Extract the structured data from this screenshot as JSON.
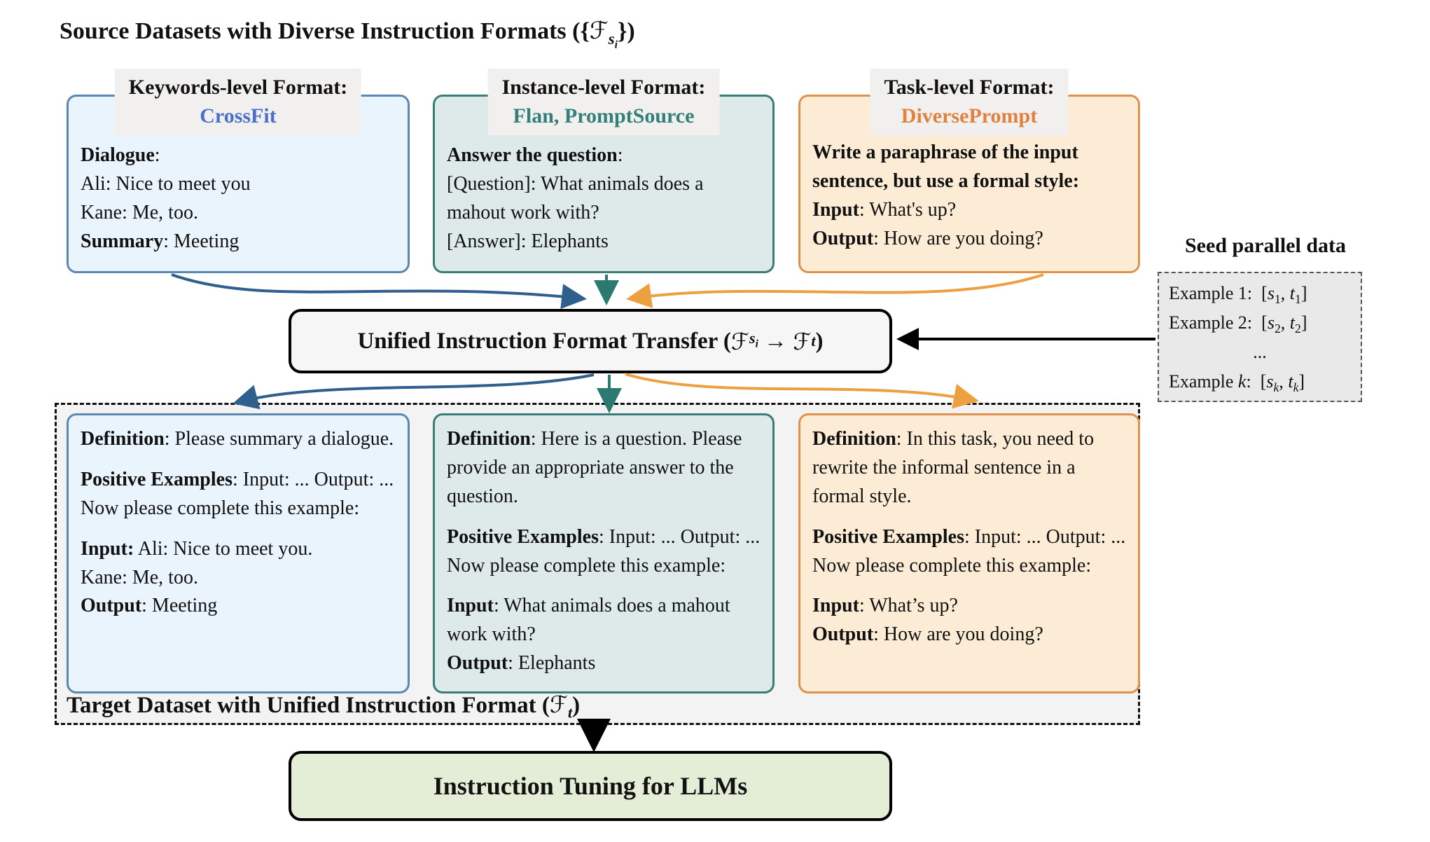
{
  "colors": {
    "blue_border": "#5b87b0",
    "blue_fill": "#e9f4fc",
    "blue_accent": "#4d6fc9",
    "blue_arrow": "#2e5f8d",
    "teal_border": "#3a7d78",
    "teal_fill": "#ddeae9",
    "teal_accent": "#337f7a",
    "teal_arrow": "#2c7a6f",
    "orange_border": "#e2914d",
    "orange_fill": "#fcecd5",
    "orange_accent": "#e0813d",
    "orange_arrow": "#eda03f",
    "header_bg": "#f1f0ee",
    "panel_bg": "#f3f3f3",
    "seed_fill": "#e9e9e9",
    "unified_fill": "#f6f6f6",
    "green_fill": "#e4eed7",
    "arrow_black": "#000000"
  },
  "title": {
    "prefix": "Source Datasets with Diverse Instruction Formats ({",
    "f": "ℱ",
    "s": "s",
    "i": "i",
    "suffix": "})"
  },
  "top_boxes": [
    {
      "header_line1": "Keywords-level Format:",
      "header_line2": "CrossFit",
      "lines": [
        {
          "bold": "Dialogue",
          "rest": ":"
        },
        {
          "bold": "",
          "rest": "Ali: Nice to meet you"
        },
        {
          "bold": "",
          "rest": "Kane: Me, too."
        },
        {
          "bold": "Summary",
          "rest": ": Meeting"
        }
      ]
    },
    {
      "header_line1": "Instance-level Format:",
      "header_line2": "Flan, PromptSource",
      "lines": [
        {
          "bold": "Answer the question",
          "rest": ":"
        },
        {
          "bold": "",
          "rest": "[Question]: What animals does a mahout work with?"
        },
        {
          "bold": "",
          "rest": "[Answer]: Elephants"
        }
      ]
    },
    {
      "header_line1": "Task-level Format:",
      "header_line2": "DiversePrompt",
      "lines": [
        {
          "bold": "Write a paraphrase of the input sentence, but use a formal style:",
          "rest": ""
        },
        {
          "bold": "Input",
          "rest": ": What's up?"
        },
        {
          "bold": "Output",
          "rest": ": How are you doing?"
        }
      ]
    }
  ],
  "unified": {
    "prefix": "Unified Instruction Format Transfer (",
    "f1": "ℱ",
    "s": "s",
    "i": "i",
    "arrow": "→",
    "f2": "ℱ",
    "t": "t",
    "suffix": ")"
  },
  "seed": {
    "title": "Seed parallel data",
    "rows": [
      {
        "label_pre": "Example 1:",
        "label_var": "",
        "label_post": "",
        "open": "[",
        "s": "s",
        "s_sub": "1",
        "sep": ", ",
        "t": "t",
        "t_sub": "1",
        "close": "]"
      },
      {
        "label_pre": "Example 2:",
        "label_var": "",
        "label_post": "",
        "open": "[",
        "s": "s",
        "s_sub": "2",
        "sep": ", ",
        "t": "t",
        "t_sub": "2",
        "close": "]"
      },
      {
        "dots": "..."
      },
      {
        "label_pre": "Example ",
        "label_var": "k",
        "label_post": ":",
        "open": "[",
        "s": "s",
        "s_sub": "k",
        "sep": ", ",
        "t": "t",
        "t_sub": "k",
        "close": "]"
      }
    ]
  },
  "bottom_boxes": [
    {
      "p1": {
        "bold": "Definition",
        "rest": ": Please summary a dialogue."
      },
      "p2": {
        "bold": "Positive Examples",
        "rest": ": Input: ... Output: ... Now please complete this example:"
      },
      "p3": [
        {
          "bold": "Input:",
          "rest": " Ali: Nice to meet you."
        },
        {
          "bold": "",
          "rest": "Kane: Me, too."
        },
        {
          "bold": "Output",
          "rest": ": Meeting"
        }
      ]
    },
    {
      "p1": {
        "bold": "Definition",
        "rest": ": Here is a question. Please provide an appropriate answer to the question."
      },
      "p2": {
        "bold": "Positive Examples",
        "rest": ": Input: ... Output: ... Now please complete this example:"
      },
      "p3": [
        {
          "bold": "Input",
          "rest": ": What animals does a mahout work with?"
        },
        {
          "bold": "Output",
          "rest": ": Elephants"
        }
      ]
    },
    {
      "p1": {
        "bold": "Definition",
        "rest": ": In this task, you need to rewrite the informal sentence in a formal style."
      },
      "p2": {
        "bold": "Positive Examples",
        "rest": ": Input: ... Output: ... Now please complete this example:"
      },
      "p3": [
        {
          "bold": "Input",
          "rest": ": What’s up?"
        },
        {
          "bold": "Output",
          "rest": ": How are you doing?"
        }
      ]
    }
  ],
  "target_label": {
    "prefix": "Target Dataset with Unified Instruction Format (",
    "f": "ℱ",
    "t": "t",
    "suffix": ")"
  },
  "final_box": {
    "label": "Instruction Tuning for LLMs"
  }
}
